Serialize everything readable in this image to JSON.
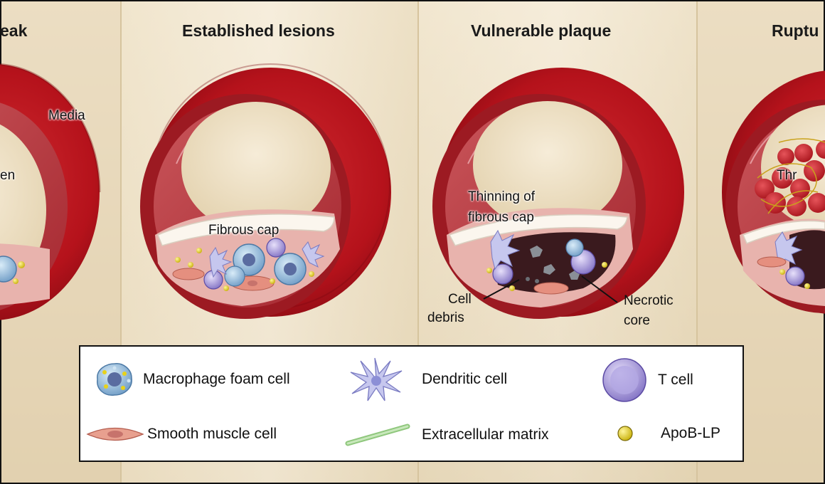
{
  "panels": [
    {
      "title": "eak"
    },
    {
      "title": "Established lesions"
    },
    {
      "title": "Vulnerable plaque"
    },
    {
      "title": "Ruptu"
    }
  ],
  "labels": {
    "media": "Media",
    "lumen_partial": "en",
    "fibrous_cap": "Fibrous cap",
    "thinning_line1": "Thinning of",
    "thinning_line2": "fibrous cap",
    "cell_debris_line1": "Cell",
    "cell_debris_line2": "debris",
    "necrotic_line1": "Necrotic",
    "necrotic_line2": "core",
    "thrombus_partial": "Thr"
  },
  "legend": [
    {
      "label": "Macrophage foam cell",
      "icon": "macrophage-foam-cell-icon"
    },
    {
      "label": "Dendritic cell",
      "icon": "dendritic-cell-icon"
    },
    {
      "label": "T cell",
      "icon": "t-cell-icon"
    },
    {
      "label": "Smooth muscle cell",
      "icon": "smooth-muscle-cell-icon"
    },
    {
      "label": "Extracellular matrix",
      "icon": "extracellular-matrix-icon"
    },
    {
      "label": "ApoB-LP",
      "icon": "apob-lp-icon"
    }
  ],
  "colors": {
    "vessel_red": "#b5121b",
    "vessel_dark": "#7a0a10",
    "background_beige": "#e9dcc0",
    "plaque_pink": "#e8b3ad",
    "necrotic_core": "#3a1a1e",
    "macrophage_blue": "#8fb8d9",
    "t_cell_purple": "#9a8dd0",
    "apob_yellow": "#e8d21a",
    "matrix_green": "#a9d89a"
  }
}
